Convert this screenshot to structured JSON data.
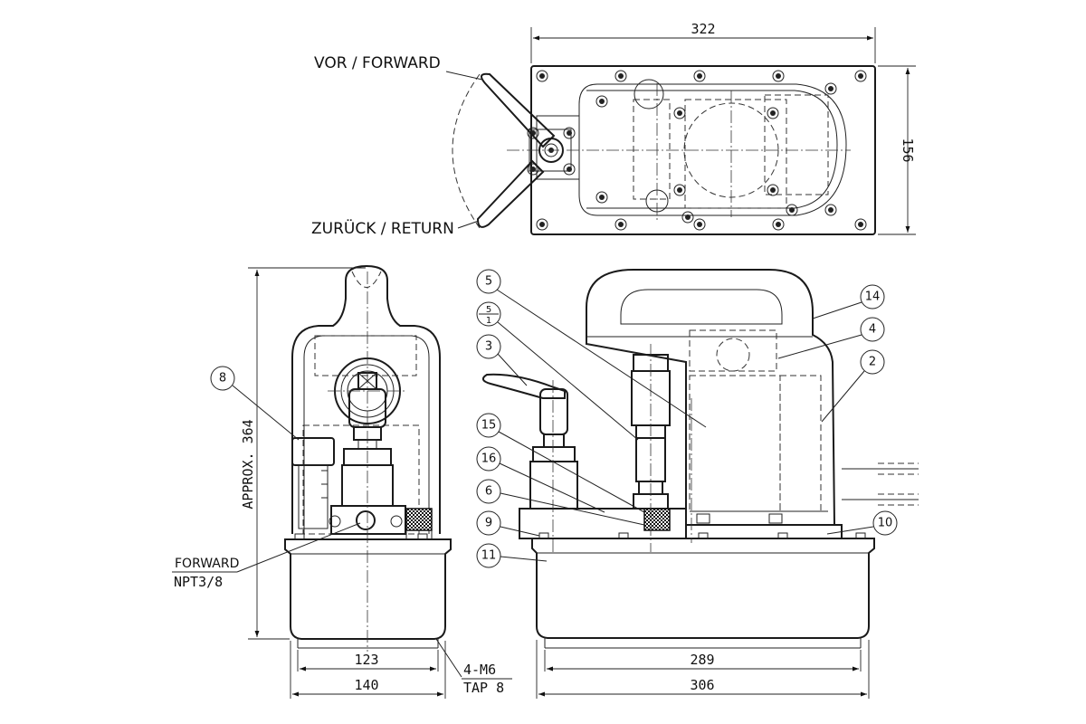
{
  "labels": {
    "forward_lever": "VOR / FORWARD",
    "return_lever": "ZURÜCK / RETURN",
    "forward_port": "FORWARD",
    "port_thread": "NPT3/8",
    "tap_size": "4-M6",
    "tap_depth": "TAP 8"
  },
  "dimensions": {
    "top_width": "322",
    "top_depth": "156",
    "height": "APPROX. 364",
    "front_inner": "123",
    "front_outer": "140",
    "side_inner": "289",
    "side_outer": "306"
  },
  "callouts": {
    "c8": "8",
    "c5": "5",
    "c5_1_top": "5",
    "c5_1_bottom": "1",
    "c3": "3",
    "c15": "15",
    "c16": "16",
    "c6": "6",
    "c9": "9",
    "c11": "11",
    "c14": "14",
    "c4": "4",
    "c2": "2",
    "c10": "10"
  }
}
